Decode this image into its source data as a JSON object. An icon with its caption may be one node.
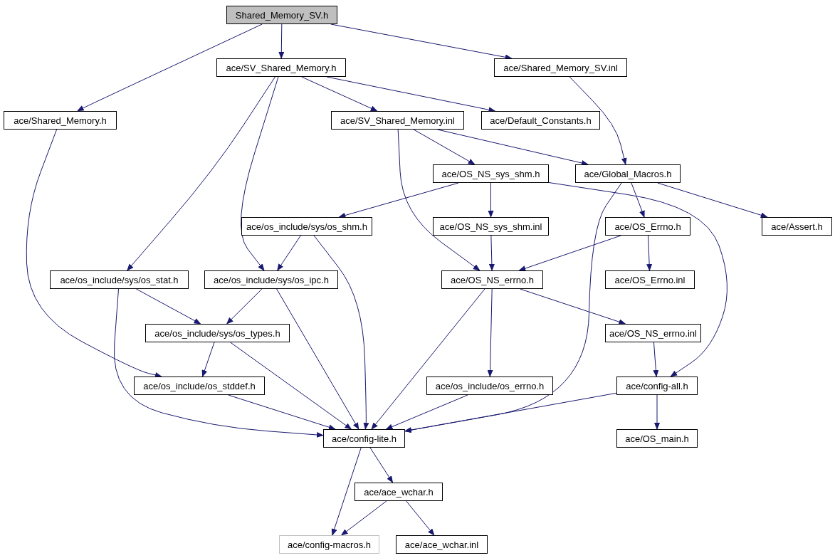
{
  "diagram": {
    "nodes": [
      {
        "text": [
          "Shared_Memory_SV.h"
        ]
      },
      {
        "text": [
          "ace/SV_Shared_Memory.h"
        ]
      },
      {
        "text": [
          "ace/Shared_Memory_SV.inl"
        ]
      },
      {
        "text": [
          "ace/Shared_Memory.h"
        ]
      },
      {
        "text": [
          "ace/SV_Shared_Memory.inl"
        ]
      },
      {
        "text": [
          "ace/Default_Constants.h"
        ]
      },
      {
        "text": [
          "ace/OS_NS_sys_shm.h"
        ]
      },
      {
        "text": [
          "ace/Global_Macros.h"
        ]
      },
      {
        "text": [
          "ace/os_include/sys/os_shm.h"
        ]
      },
      {
        "text": [
          "ace/OS_NS_sys_shm.inl"
        ]
      },
      {
        "text": [
          "ace/OS_Errno.h"
        ]
      },
      {
        "text": [
          "ace/Assert.h"
        ]
      },
      {
        "text": [
          "ace/os_include/sys/os_stat.h"
        ]
      },
      {
        "text": [
          "ace/os_include/sys/os_ipc.h"
        ]
      },
      {
        "text": [
          "ace/OS_NS_errno.h"
        ]
      },
      {
        "text": [
          "ace/OS_Errno.inl"
        ]
      },
      {
        "text": [
          "ace/os_include/sys/os_types.h"
        ]
      },
      {
        "text": [
          "ace/OS_NS_errno.inl"
        ]
      },
      {
        "text": [
          "ace/os_include/os_stddef.h"
        ]
      },
      {
        "text": [
          "ace/os_include/os_errno.h"
        ]
      },
      {
        "text": [
          "ace/config-all.h"
        ]
      },
      {
        "text": [
          "ace/config-lite.h"
        ]
      },
      {
        "text": [
          "ace/OS_main.h"
        ]
      },
      {
        "text": [
          "ace/ace_wchar.h"
        ]
      },
      {
        "text": [
          "ace/config-macros.h"
        ]
      },
      {
        "text": [
          "ace/ace_wchar.inl"
        ]
      }
    ],
    "edges": [
      {
        "from": 0,
        "to": 1,
        "arrow": "to"
      },
      {
        "from": 0,
        "to": 2,
        "arrow": "to"
      },
      {
        "from": 0,
        "to": 3,
        "arrow": "to"
      },
      {
        "from": 1,
        "to": 4,
        "arrow": "to"
      },
      {
        "from": 1,
        "to": 5,
        "arrow": "to"
      },
      {
        "from": 1,
        "to": 12,
        "arrow": "to"
      },
      {
        "from": 1,
        "to": 13,
        "arrow": "to"
      },
      {
        "from": 2,
        "to": 7,
        "arrow": "to"
      },
      {
        "from": 3,
        "to": 18,
        "arrow": "to"
      },
      {
        "from": 4,
        "to": 6,
        "arrow": "to"
      },
      {
        "from": 4,
        "to": 7,
        "arrow": "to"
      },
      {
        "from": 4,
        "to": 14,
        "arrow": "to"
      },
      {
        "from": 6,
        "to": 8,
        "arrow": "to"
      },
      {
        "from": 6,
        "to": 9,
        "arrow": "to"
      },
      {
        "from": 6,
        "to": 20,
        "arrow": "to"
      },
      {
        "from": 7,
        "to": 10,
        "arrow": "to"
      },
      {
        "from": 7,
        "to": 11,
        "arrow": "to"
      },
      {
        "from": 7,
        "to": 21,
        "arrow": "to"
      },
      {
        "from": 8,
        "to": 13,
        "arrow": "to"
      },
      {
        "from": 8,
        "to": 21,
        "arrow": "to"
      },
      {
        "from": 9,
        "to": 14,
        "arrow": "to"
      },
      {
        "from": 10,
        "to": 14,
        "arrow": "to"
      },
      {
        "from": 10,
        "to": 15,
        "arrow": "to"
      },
      {
        "from": 12,
        "to": 16,
        "arrow": "to"
      },
      {
        "from": 12,
        "to": 21,
        "arrow": "to"
      },
      {
        "from": 13,
        "to": 16,
        "arrow": "to"
      },
      {
        "from": 13,
        "to": 21,
        "arrow": "to"
      },
      {
        "from": 14,
        "to": 17,
        "arrow": "to"
      },
      {
        "from": 14,
        "to": 19,
        "arrow": "to"
      },
      {
        "from": 14,
        "to": 21,
        "arrow": "to"
      },
      {
        "from": 16,
        "to": 18,
        "arrow": "to"
      },
      {
        "from": 16,
        "to": 21,
        "arrow": "to"
      },
      {
        "from": 17,
        "to": 20,
        "arrow": "to"
      },
      {
        "from": 18,
        "to": 21,
        "arrow": "to"
      },
      {
        "from": 19,
        "to": 21,
        "arrow": "to"
      },
      {
        "from": 20,
        "to": 21,
        "arrow": "to"
      },
      {
        "from": 20,
        "to": 22,
        "arrow": "to"
      },
      {
        "from": 21,
        "to": 24,
        "arrow": "to"
      },
      {
        "from": 21,
        "to": 23,
        "arrow": "to"
      },
      {
        "from": 23,
        "to": 24,
        "arrow": "to"
      },
      {
        "from": 23,
        "to": 25,
        "arrow": "to"
      }
    ]
  }
}
